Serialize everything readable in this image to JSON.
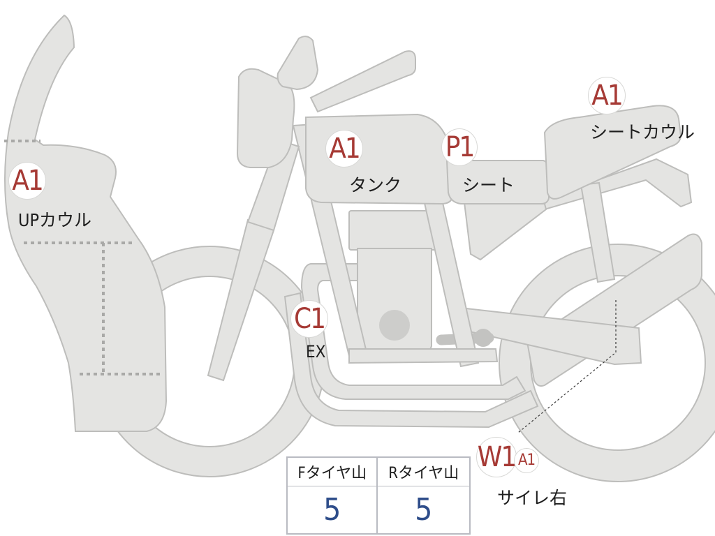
{
  "parts": {
    "upper_cowl": {
      "code": "A1",
      "label": "UPカウル"
    },
    "tank": {
      "code": "A1",
      "label": "タンク"
    },
    "seat": {
      "code": "P1",
      "label": "シート"
    },
    "seat_cowl": {
      "code": "A1",
      "label": "シートカウル"
    },
    "exhaust": {
      "code": "C1",
      "label": "EX"
    },
    "muffler": {
      "code": "W1",
      "code_sub": "A1",
      "label": "サイレ右"
    }
  },
  "tire_table": {
    "headers": [
      "Fタイヤ山",
      "Rタイヤ山"
    ],
    "values": [
      "5",
      "5"
    ]
  },
  "colors": {
    "part_fill": "#e4e4e2",
    "part_stroke": "#bdbdbb",
    "code_text": "#a63a35",
    "value_text": "#2e4d8a"
  }
}
